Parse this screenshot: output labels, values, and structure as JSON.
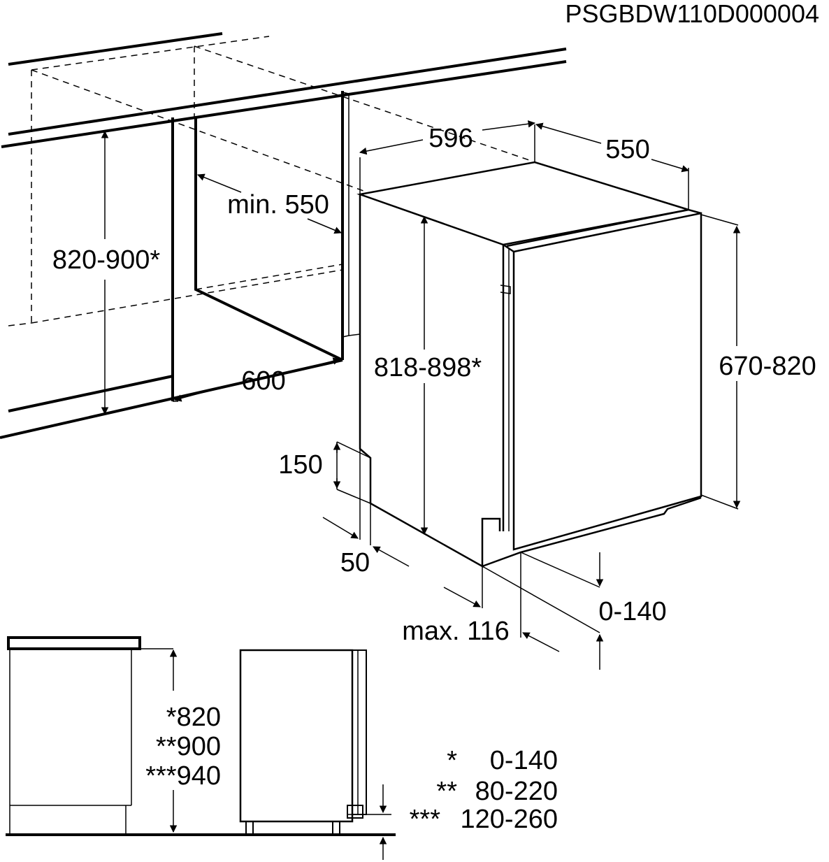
{
  "drawing_code": "PSGBDW110D000004",
  "dimensions": {
    "width_596": "596",
    "depth_550": "550",
    "min_550": "min. 550",
    "niche_height": "820-900*",
    "niche_width": "600",
    "appliance_height": "818-898*",
    "door_height": "670-820",
    "plinth_150": "150",
    "gap_50": "50",
    "max_116": "max. 116",
    "foot_adjust": "0-140"
  },
  "side_view": {
    "heights": [
      "*820",
      "**900",
      "***940"
    ],
    "legend": [
      {
        "mark": "*",
        "value": "0-140"
      },
      {
        "mark": "**",
        "value": "80-220"
      },
      {
        "mark": "***",
        "value": "120-260"
      }
    ]
  }
}
